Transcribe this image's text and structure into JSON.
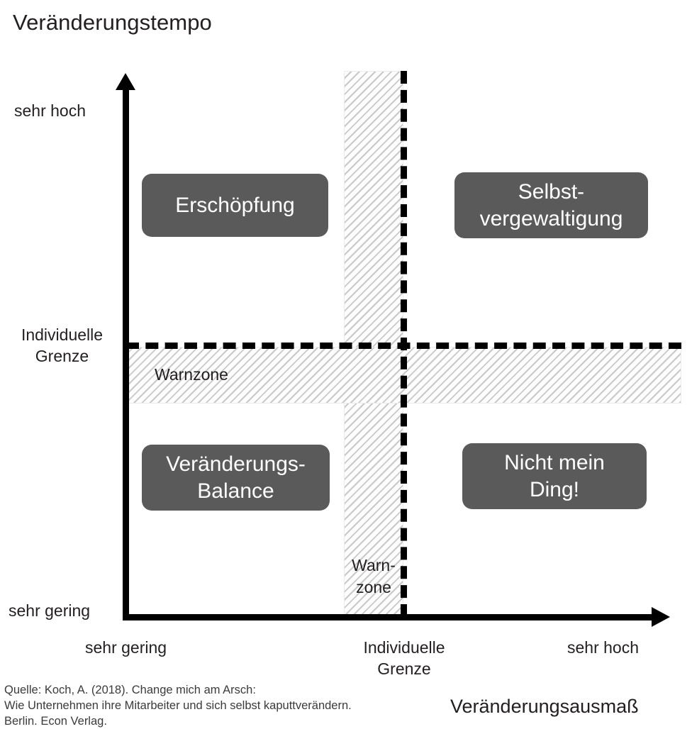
{
  "chart_data": {
    "type": "scatter",
    "title": "Veränderungstempo",
    "xlabel": "Veränderungsausmaß",
    "ylabel": "Veränderungstempo",
    "x_ticks": [
      "sehr gering",
      "Individuelle\nGrenze",
      "sehr hoch"
    ],
    "y_ticks": [
      "sehr hoch",
      "Individuelle\nGrenze",
      "sehr gering"
    ],
    "grid": false,
    "legend": "none",
    "thresholds": {
      "x_threshold_label": "Individuelle Grenze",
      "y_threshold_label": "Individuelle Grenze",
      "style": "dashed"
    },
    "zones": [
      {
        "name": "Warnzone",
        "orientation": "horizontal",
        "label": "Warnzone"
      },
      {
        "name": "Warnzone",
        "orientation": "vertical",
        "label": "Warn-\nzone"
      }
    ],
    "quadrants": [
      {
        "label": "Erschöpfung",
        "x": "low",
        "y": "high"
      },
      {
        "label": "Selbst-\nvergewaltigung",
        "x": "high",
        "y": "high"
      },
      {
        "label": "Veränderungs-\nBalance",
        "x": "low",
        "y": "low"
      },
      {
        "label": "Nicht mein\nDing!",
        "x": "high",
        "y": "low"
      }
    ],
    "source": "Quelle: Koch, A. (2018). Change mich am Arsch:\nWie Unternehmen ihre Mitarbeiter und sich selbst kaputtverändern.\nBerlin. Econ Verlag."
  },
  "axes": {
    "y_title": "Veränderungstempo",
    "x_title": "Veränderungsausmaß",
    "y_top_label": "sehr hoch",
    "y_mid_label": "Individuelle\nGrenze",
    "y_bottom_label": "sehr gering",
    "x_left_label": "sehr gering",
    "x_mid_label": "Individuelle\nGrenze",
    "x_right_label": "sehr hoch"
  },
  "zones": {
    "horizontal_label": "Warnzone",
    "vertical_label": "Warn-\nzone"
  },
  "boxes": {
    "top_left": "Erschöpfung",
    "top_right": "Selbst-\nvergewaltigung",
    "bottom_left": "Veränderungs-\nBalance",
    "bottom_right": "Nicht mein\nDing!"
  },
  "source": {
    "text": "Quelle: Koch, A. (2018). Change mich am Arsch:\nWie Unternehmen ihre Mitarbeiter und sich selbst kaputtverändern.\nBerlin. Econ Verlag."
  },
  "colors": {
    "box_fill": "#5a5a5a",
    "box_text": "#ffffff",
    "axis": "#000000",
    "hatch": "#c9c9c9",
    "text": "#231f20"
  }
}
